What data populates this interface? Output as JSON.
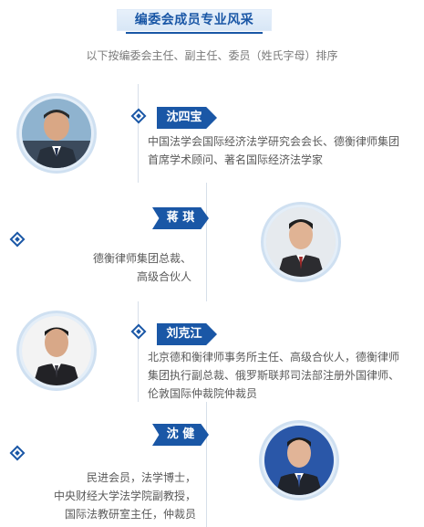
{
  "header": {
    "title": "编委会成员专业风采",
    "subtitle": "以下按编委会主任、副主任、委员（姓氏字母）排序"
  },
  "members": [
    {
      "name": "沈四宝",
      "desc_lines": [
        "中国法学会国际经济法学研究会会长、德衡律师集团",
        "首席学术顾问、著名国际经济法学家"
      ]
    },
    {
      "name": "蒋 琪",
      "desc_lines": [
        "德衡律师集团总裁、",
        "高级合伙人"
      ]
    },
    {
      "name": "刘克江",
      "desc_lines": [
        "北京德和衡律师事务所主任、高级合伙人，德衡律师",
        "集团执行副总裁、俄罗斯联邦司法部注册外国律师、",
        "伦敦国际仲裁院仲裁员"
      ]
    },
    {
      "name": "沈 健",
      "desc_lines": [
        "民进会员，法学博士，",
        "中央财经大学法学院副教授，",
        "国际法教研室主任，仲裁员"
      ]
    }
  ],
  "colors": {
    "accent": "#1a57a6",
    "ring": "#cfe0f1",
    "text": "#5a5a5a"
  }
}
